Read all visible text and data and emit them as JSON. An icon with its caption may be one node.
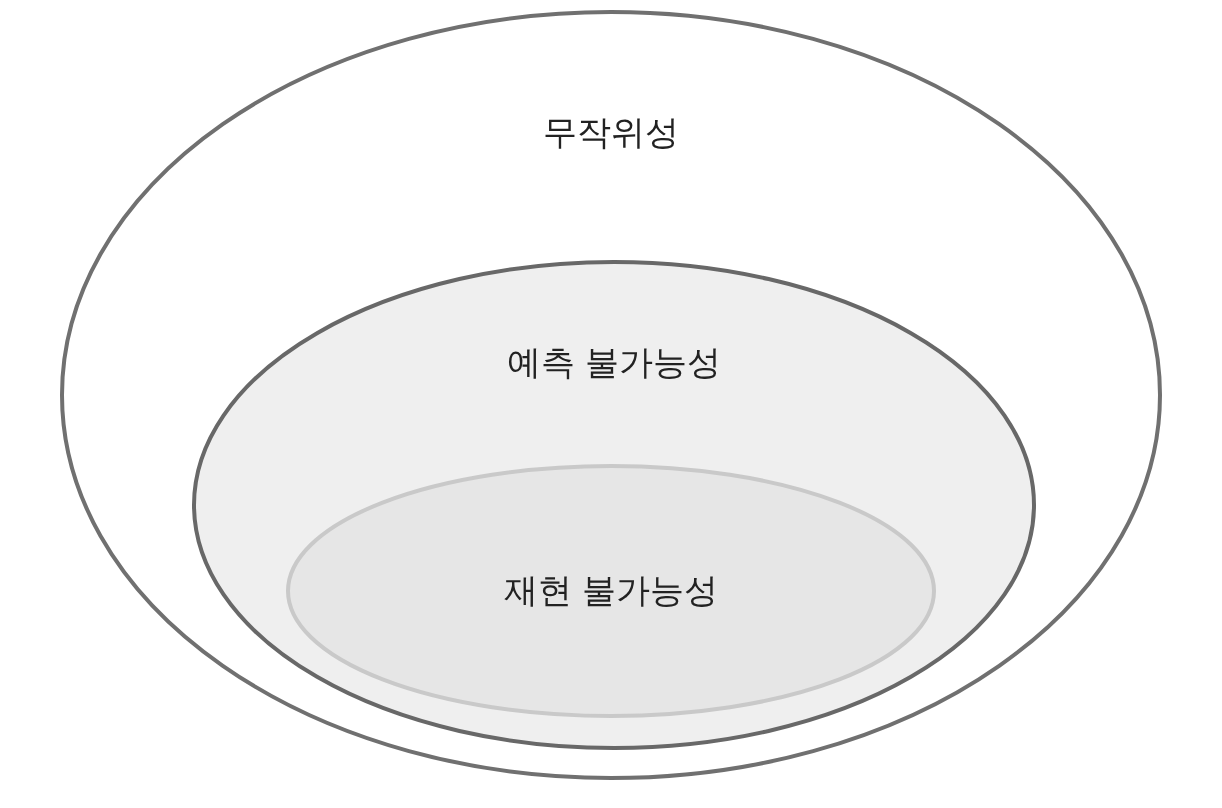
{
  "diagram": {
    "nodes": [
      {
        "text": [
          "무작위성"
        ]
      },
      {
        "text": [
          "예측 불가능성"
        ],
        "in": 0
      },
      {
        "text": [
          "재현 불가능성"
        ],
        "in": 1
      }
    ]
  }
}
